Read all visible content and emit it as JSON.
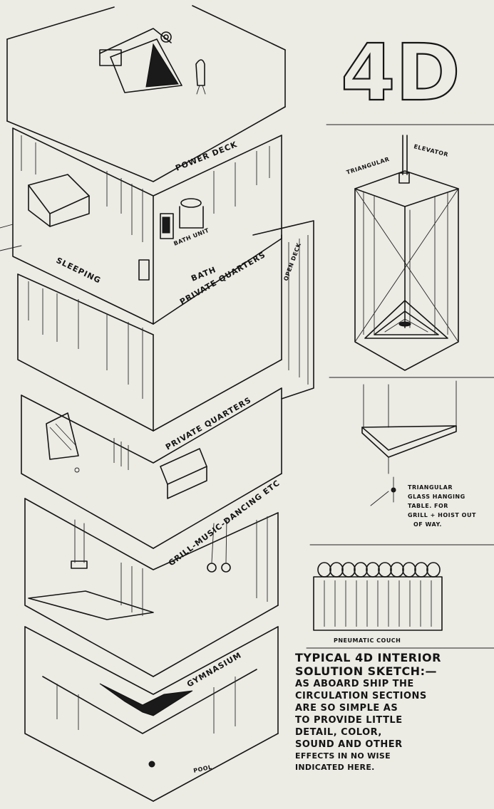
{
  "title": "4D",
  "tower": {
    "labels": {
      "power_deck": "POWER DECK",
      "bath_unit": "BATH UNIT",
      "bath": "BATH",
      "private_quarters_upper": "PRIVATE QUARTERS",
      "sleeping": "SLEEPING",
      "open_deck": "OPEN DECK",
      "private_quarters_lower": "PRIVATE QUARTERS",
      "grill": "GRILL-MUSIC-DANCING ETC",
      "gymnasium": "GYMNASIUM",
      "pool": "POOL"
    }
  },
  "elevator": {
    "label_left": "TRIANGULAR",
    "label_right": "ELEVATOR"
  },
  "hanging_table": {
    "caption_lines": [
      "TRIANGULAR",
      "GLASS HANGING",
      "TABLE. FOR",
      "GRILL + HOIST OUT",
      "OF WAY."
    ]
  },
  "couch": {
    "caption": "PNEUMATIC COUCH"
  },
  "notes": {
    "line1": "TYPICAL 4D INTERIOR",
    "line2": "SOLUTION SKETCH:—",
    "line3": "AS ABOARD SHIP THE",
    "line4": "CIRCULATION SECTIONS",
    "line5": "ARE SO SIMPLE AS",
    "line6": "TO PROVIDE LITTLE",
    "line7": "DETAIL, COLOR,",
    "line8": "SOUND AND OTHER",
    "line9": "EFFECTS IN NO WISE",
    "line10": "INDICATED HERE."
  }
}
